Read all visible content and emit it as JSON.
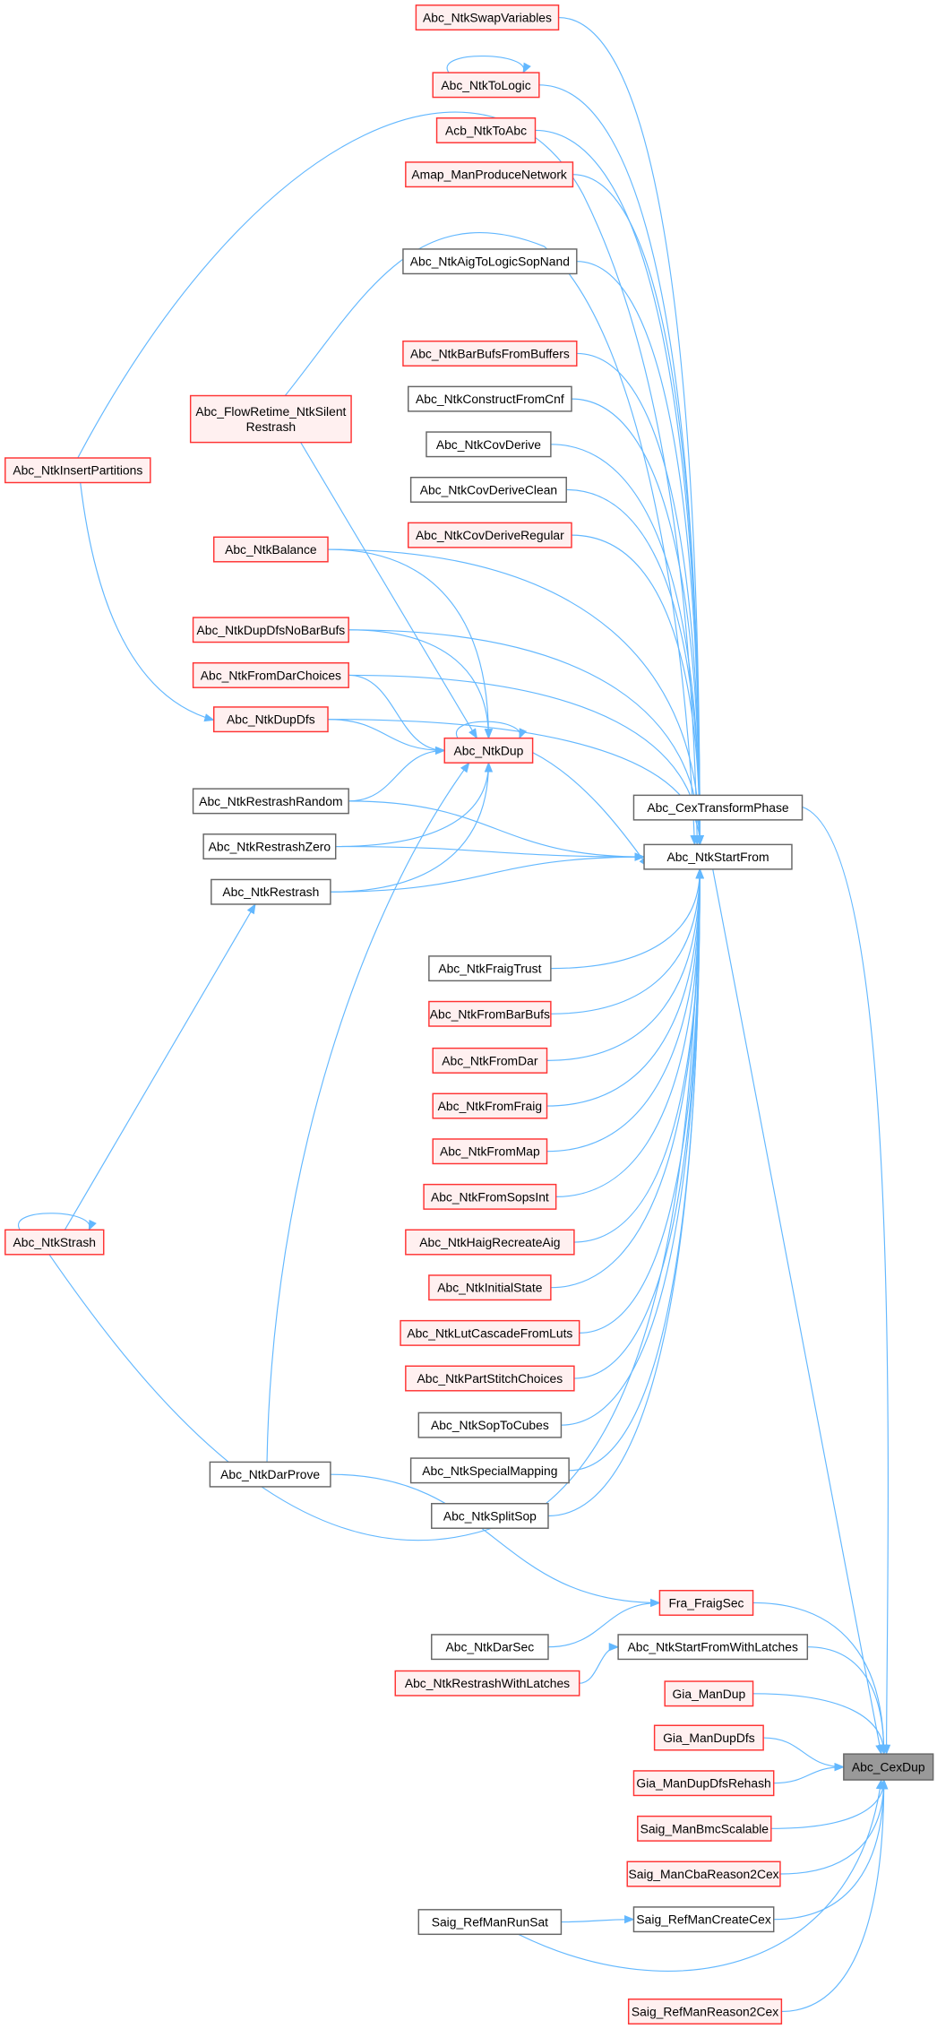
{
  "colors": {
    "edge": "#63b8ff",
    "red_border": "#ff3333",
    "red_fill": "#fff0f0",
    "gray_border": "#666666",
    "gray_fill": "#ffffff",
    "focus_fill": "#999999",
    "focus_border": "#666666"
  },
  "nodes": [
    {
      "id": "swap",
      "lines": [
        "Abc_NtkSwapVariables"
      ],
      "style": "red"
    },
    {
      "id": "tologic",
      "lines": [
        "Abc_NtkToLogic"
      ],
      "style": "red"
    },
    {
      "id": "acbtoabc",
      "lines": [
        "Acb_NtkToAbc"
      ],
      "style": "red"
    },
    {
      "id": "amap",
      "lines": [
        "Amap_ManProduceNetwork"
      ],
      "style": "red"
    },
    {
      "id": "aigsopnand",
      "lines": [
        "Abc_NtkAigToLogicSopNand"
      ],
      "style": "gray"
    },
    {
      "id": "barbufsfrombuf",
      "lines": [
        "Abc_NtkBarBufsFromBuffers"
      ],
      "style": "red"
    },
    {
      "id": "constructcnf",
      "lines": [
        "Abc_NtkConstructFromCnf"
      ],
      "style": "gray"
    },
    {
      "id": "covderive",
      "lines": [
        "Abc_NtkCovDerive"
      ],
      "style": "gray"
    },
    {
      "id": "covderiveclean",
      "lines": [
        "Abc_NtkCovDeriveClean"
      ],
      "style": "gray"
    },
    {
      "id": "covderivereg",
      "lines": [
        "Abc_NtkCovDeriveRegular"
      ],
      "style": "red"
    },
    {
      "id": "flowretime",
      "lines": [
        "Abc_FlowRetime_NtkSilent",
        "Restrash"
      ],
      "style": "red"
    },
    {
      "id": "insertpart",
      "lines": [
        "Abc_NtkInsertPartitions"
      ],
      "style": "red"
    },
    {
      "id": "balance",
      "lines": [
        "Abc_NtkBalance"
      ],
      "style": "red"
    },
    {
      "id": "dupdfsnobar",
      "lines": [
        "Abc_NtkDupDfsNoBarBufs"
      ],
      "style": "red"
    },
    {
      "id": "fromdarchoices",
      "lines": [
        "Abc_NtkFromDarChoices"
      ],
      "style": "red"
    },
    {
      "id": "dupdfs",
      "lines": [
        "Abc_NtkDupDfs"
      ],
      "style": "red"
    },
    {
      "id": "dup",
      "lines": [
        "Abc_NtkDup"
      ],
      "style": "red"
    },
    {
      "id": "restrashrandom",
      "lines": [
        "Abc_NtkRestrashRandom"
      ],
      "style": "gray"
    },
    {
      "id": "restrashzero",
      "lines": [
        "Abc_NtkRestrashZero"
      ],
      "style": "gray"
    },
    {
      "id": "restrash",
      "lines": [
        "Abc_NtkRestrash"
      ],
      "style": "gray"
    },
    {
      "id": "cextransform",
      "lines": [
        "Abc_CexTransformPhase"
      ],
      "style": "gray"
    },
    {
      "id": "startfrom",
      "lines": [
        "Abc_NtkStartFrom"
      ],
      "style": "gray"
    },
    {
      "id": "fraigtrust",
      "lines": [
        "Abc_NtkFraigTrust"
      ],
      "style": "gray"
    },
    {
      "id": "frombarbufs",
      "lines": [
        "Abc_NtkFromBarBufs"
      ],
      "style": "red"
    },
    {
      "id": "fromdar",
      "lines": [
        "Abc_NtkFromDar"
      ],
      "style": "red"
    },
    {
      "id": "fromfraig",
      "lines": [
        "Abc_NtkFromFraig"
      ],
      "style": "red"
    },
    {
      "id": "frommap",
      "lines": [
        "Abc_NtkFromMap"
      ],
      "style": "red"
    },
    {
      "id": "fromsopsint",
      "lines": [
        "Abc_NtkFromSopsInt"
      ],
      "style": "red"
    },
    {
      "id": "haig",
      "lines": [
        "Abc_NtkHaigRecreateAig"
      ],
      "style": "red"
    },
    {
      "id": "initialstate",
      "lines": [
        "Abc_NtkInitialState"
      ],
      "style": "red"
    },
    {
      "id": "lutcascade",
      "lines": [
        "Abc_NtkLutCascadeFromLuts"
      ],
      "style": "red"
    },
    {
      "id": "partstitch",
      "lines": [
        "Abc_NtkPartStitchChoices"
      ],
      "style": "red"
    },
    {
      "id": "soptocubes",
      "lines": [
        "Abc_NtkSopToCubes"
      ],
      "style": "gray"
    },
    {
      "id": "specialmap",
      "lines": [
        "Abc_NtkSpecialMapping"
      ],
      "style": "gray"
    },
    {
      "id": "splitsop",
      "lines": [
        "Abc_NtkSplitSop"
      ],
      "style": "gray"
    },
    {
      "id": "strash",
      "lines": [
        "Abc_NtkStrash"
      ],
      "style": "red"
    },
    {
      "id": "darprove",
      "lines": [
        "Abc_NtkDarProve"
      ],
      "style": "gray"
    },
    {
      "id": "fraigsec",
      "lines": [
        "Fra_FraigSec"
      ],
      "style": "red"
    },
    {
      "id": "darsec",
      "lines": [
        "Abc_NtkDarSec"
      ],
      "style": "gray"
    },
    {
      "id": "startlatches",
      "lines": [
        "Abc_NtkStartFromWithLatches"
      ],
      "style": "gray"
    },
    {
      "id": "restrashlatches",
      "lines": [
        "Abc_NtkRestrashWithLatches"
      ],
      "style": "red"
    },
    {
      "id": "giamandup",
      "lines": [
        "Gia_ManDup"
      ],
      "style": "red"
    },
    {
      "id": "giamandupdfs",
      "lines": [
        "Gia_ManDupDfs"
      ],
      "style": "red"
    },
    {
      "id": "giarehash",
      "lines": [
        "Gia_ManDupDfsRehash"
      ],
      "style": "red"
    },
    {
      "id": "bmcscalable",
      "lines": [
        "Saig_ManBmcScalable"
      ],
      "style": "red"
    },
    {
      "id": "cbareason",
      "lines": [
        "Saig_ManCbaReason2Cex"
      ],
      "style": "red"
    },
    {
      "id": "createcex",
      "lines": [
        "Saig_RefManCreateCex"
      ],
      "style": "gray"
    },
    {
      "id": "runsat",
      "lines": [
        "Saig_RefManRunSat"
      ],
      "style": "gray"
    },
    {
      "id": "refreason",
      "lines": [
        "Saig_RefManReason2Cex"
      ],
      "style": "red"
    },
    {
      "id": "cexdup",
      "lines": [
        "Abc_CexDup"
      ],
      "style": "focus"
    }
  ],
  "edges": [
    [
      "swap",
      "startfrom"
    ],
    [
      "tologic",
      "tologic"
    ],
    [
      "tologic",
      "startfrom"
    ],
    [
      "acbtoabc",
      "startfrom"
    ],
    [
      "amap",
      "startfrom"
    ],
    [
      "aigsopnand",
      "startfrom"
    ],
    [
      "barbufsfrombuf",
      "startfrom"
    ],
    [
      "constructcnf",
      "startfrom"
    ],
    [
      "covderive",
      "startfrom"
    ],
    [
      "covderiveclean",
      "startfrom"
    ],
    [
      "covderivereg",
      "startfrom"
    ],
    [
      "insertpart",
      "startfrom"
    ],
    [
      "insertpart",
      "dupdfs"
    ],
    [
      "flowretime",
      "startfrom"
    ],
    [
      "flowretime",
      "dup"
    ],
    [
      "balance",
      "startfrom"
    ],
    [
      "balance",
      "dup"
    ],
    [
      "dupdfsnobar",
      "startfrom"
    ],
    [
      "dupdfsnobar",
      "dup"
    ],
    [
      "fromdarchoices",
      "startfrom"
    ],
    [
      "fromdarchoices",
      "dup"
    ],
    [
      "dupdfs",
      "startfrom"
    ],
    [
      "dupdfs",
      "dup"
    ],
    [
      "dup",
      "dup"
    ],
    [
      "dup",
      "startfrom"
    ],
    [
      "restrashrandom",
      "startfrom"
    ],
    [
      "restrashrandom",
      "dup"
    ],
    [
      "restrashzero",
      "startfrom"
    ],
    [
      "restrashzero",
      "dup"
    ],
    [
      "restrash",
      "startfrom"
    ],
    [
      "restrash",
      "dup"
    ],
    [
      "fraigtrust",
      "startfrom"
    ],
    [
      "frombarbufs",
      "startfrom"
    ],
    [
      "fromdar",
      "startfrom"
    ],
    [
      "fromfraig",
      "startfrom"
    ],
    [
      "frommap",
      "startfrom"
    ],
    [
      "fromsopsint",
      "startfrom"
    ],
    [
      "haig",
      "startfrom"
    ],
    [
      "initialstate",
      "startfrom"
    ],
    [
      "lutcascade",
      "startfrom"
    ],
    [
      "partstitch",
      "startfrom"
    ],
    [
      "soptocubes",
      "startfrom"
    ],
    [
      "specialmap",
      "startfrom"
    ],
    [
      "splitsop",
      "startfrom"
    ],
    [
      "strash",
      "strash"
    ],
    [
      "strash",
      "restrash"
    ],
    [
      "strash",
      "startfrom"
    ],
    [
      "darprove",
      "dup"
    ],
    [
      "darprove",
      "fraigsec"
    ],
    [
      "darsec",
      "fraigsec"
    ],
    [
      "restrashlatches",
      "startlatches"
    ],
    [
      "runsat",
      "createcex"
    ],
    [
      "runsat",
      "cexdup"
    ],
    [
      "cextransform",
      "cexdup"
    ],
    [
      "startfrom",
      "cexdup"
    ],
    [
      "fraigsec",
      "cexdup"
    ],
    [
      "startlatches",
      "cexdup"
    ],
    [
      "giamandup",
      "cexdup"
    ],
    [
      "giamandupdfs",
      "cexdup"
    ],
    [
      "giarehash",
      "cexdup"
    ],
    [
      "bmcscalable",
      "cexdup"
    ],
    [
      "cbareason",
      "cexdup"
    ],
    [
      "createcex",
      "cexdup"
    ],
    [
      "refreason",
      "cexdup"
    ]
  ]
}
